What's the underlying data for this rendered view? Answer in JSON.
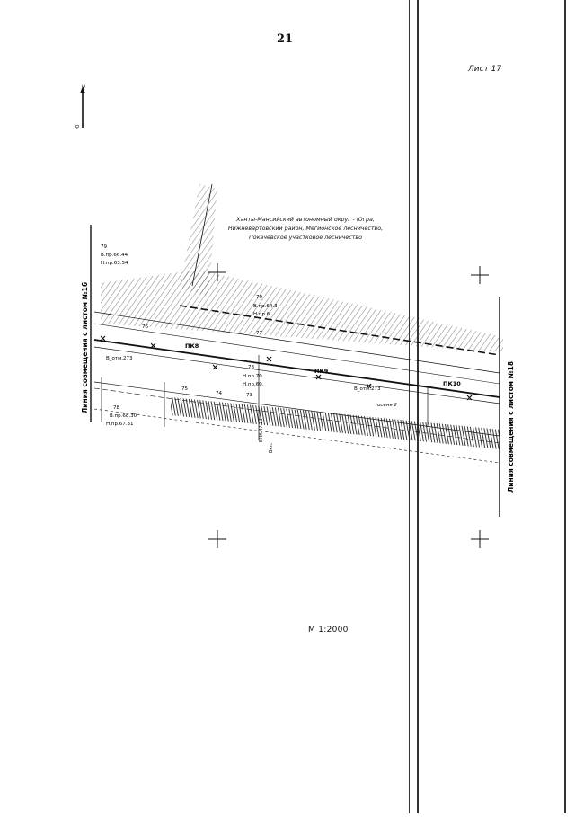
{
  "page": {
    "number": "21",
    "sheet_label": "Лист 17",
    "scale": "М 1:2000"
  },
  "region_description": [
    "Ханты-Мансийский автономный округ - Югра,",
    "Нижневартовский район, Мегионское лесничество,",
    "Покачевское участковое лесничество"
  ],
  "match_lines": {
    "left": "Линия совмещения с листом №16",
    "right": "Линия совмещения с листом №18"
  },
  "north_arrow": {
    "label": "С",
    "side_label": "Ю"
  },
  "pickets": [
    "ПК8",
    "ПК9",
    "ПК10"
  ],
  "annotations": {
    "left_top": [
      "79",
      "В.пр.66.44",
      "Н.пр.63.54"
    ],
    "left_bottom": [
      "78",
      "В.пр.68.30",
      "Н.пр.67.31"
    ],
    "center_top": [
      "79",
      "В.пр.64.3",
      "Н.пр.6..."
    ],
    "center_mid": [
      "78",
      "Н.пр.70.",
      "Н.пр.60."
    ],
    "left_mid": "В_отм.273",
    "right_mid": "В_отм.273",
    "road_label": "осеня 2",
    "lower_labels": [
      "ВПК.47.13",
      "Вкл."
    ],
    "row_numbers_top": [
      "76",
      "77"
    ],
    "row_numbers_bottom": [
      "75",
      "74",
      "73"
    ]
  },
  "colors": {
    "line": "#111111",
    "hatch": "#222222"
  }
}
